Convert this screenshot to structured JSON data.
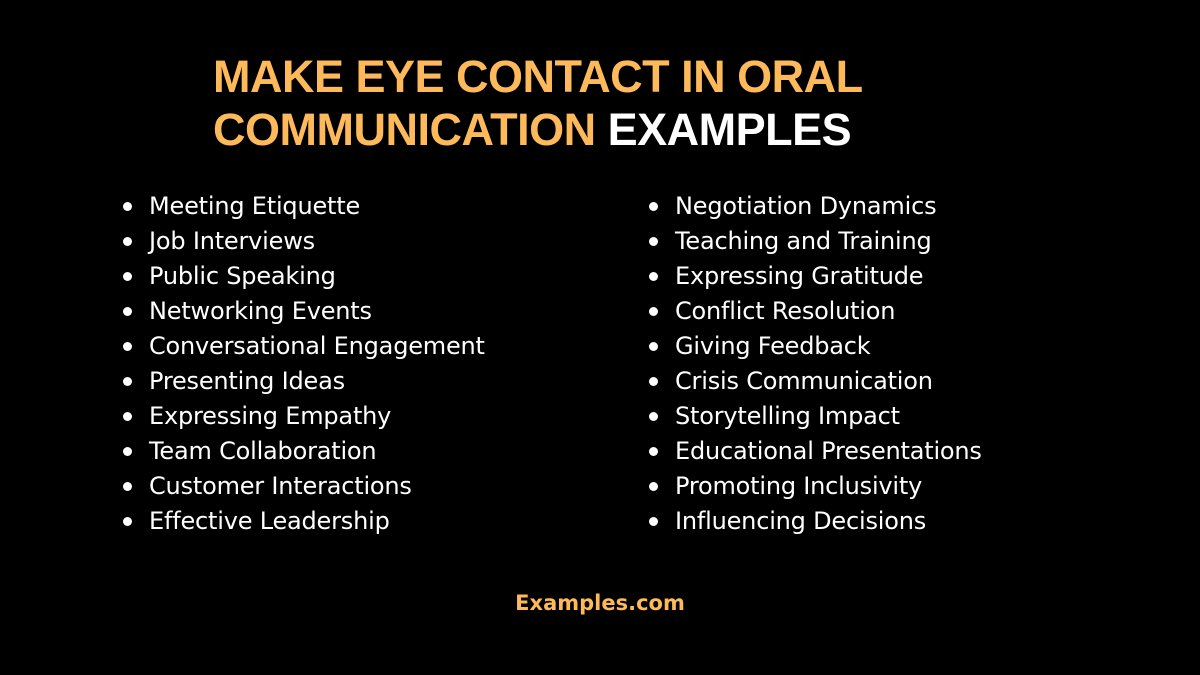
{
  "colors": {
    "background": "#000000",
    "accent": "#FDB95A",
    "text": "#FFFFFF"
  },
  "title": {
    "line1": "MAKE EYE CONTACT IN ORAL",
    "line2_accent": "COMMUNICATION",
    "line2_white": "EXAMPLES"
  },
  "list": {
    "left": [
      "Meeting Etiquette",
      "Job Interviews",
      "Public Speaking",
      "Networking Events",
      "Conversational Engagement",
      "Presenting Ideas",
      "Expressing Empathy",
      "Team Collaboration",
      "Customer Interactions",
      "Effective Leadership"
    ],
    "right": [
      "Negotiation Dynamics",
      "Teaching and Training",
      "Expressing Gratitude",
      "Conflict Resolution",
      "Giving Feedback",
      "Crisis Communication",
      "Storytelling Impact",
      "Educational Presentations",
      "Promoting Inclusivity",
      "Influencing Decisions"
    ]
  },
  "footer": {
    "brand": "Examples.com"
  }
}
